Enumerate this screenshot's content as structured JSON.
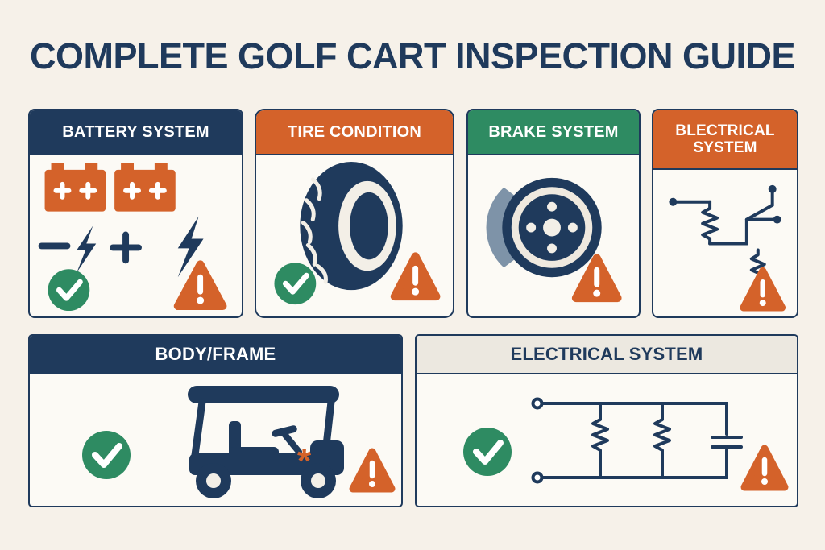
{
  "title": "COMPLETE GOLF CART INSPECTION GUIDE",
  "cards": [
    {
      "id": "battery-system",
      "label": "BATTERY SYSTEM",
      "header_color": "navy"
    },
    {
      "id": "tire-condition",
      "label": "TIRE CONDITION",
      "header_color": "orange"
    },
    {
      "id": "brake-system",
      "label": "BRAKE SYSTEM",
      "header_color": "green"
    },
    {
      "id": "electrical-system-top",
      "label": "BLECTRICAL SYSTEM",
      "header_color": "orange"
    },
    {
      "id": "body-frame",
      "label": "BODY/FRAME",
      "header_color": "navy"
    },
    {
      "id": "electrical-system-bottom",
      "label": "ELECTRICAL SYSTEM",
      "header_color": "light"
    }
  ],
  "icons": {
    "asterisk": "*",
    "pass": "check-circle",
    "warning": "warning-triangle"
  },
  "colors": {
    "navy": "#1f3a5c",
    "orange": "#d4622a",
    "green": "#2e8b62",
    "background": "#f6f1e9",
    "card_background": "#fcfaf5",
    "light_header": "#ece8e0"
  }
}
